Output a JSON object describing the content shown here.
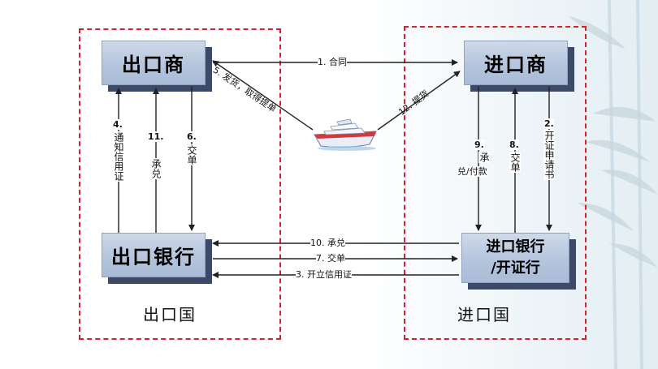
{
  "nodes": {
    "exporter": "出口商",
    "importer": "进口商",
    "export_bank": "出口银行",
    "import_bank_line1": "进口银行",
    "import_bank_line2": "/开证行"
  },
  "regions": {
    "export_country": "出口国",
    "import_country": "进口国"
  },
  "steps": {
    "s1": "1. 合同",
    "s2_num": "2.",
    "s2_text": "开证申请书",
    "s3": "3. 开立信用证",
    "s4_num": "4.",
    "s4_text": "通知信用证",
    "s5": "5. 发货，取得提单",
    "s6_num": "6.",
    "s6_text": "交单",
    "s7": "7. 交单",
    "s8_num": "8.",
    "s8_text": "交单",
    "s9_num": "9.",
    "s9_text1": "承",
    "s9_text2": "兑/付款",
    "s10": "10. 承兑",
    "s11_num": "11.",
    "s11_text": "承兑",
    "s12": "12. 提货"
  },
  "colors": {
    "region_border": "#d3242b",
    "node_fill": "#b4c5dd",
    "node_shadow": "#3c4a67",
    "arrow": "#222222"
  },
  "icons": {
    "ship": "cruise-ship-icon",
    "background": "bamboo-decoration"
  }
}
